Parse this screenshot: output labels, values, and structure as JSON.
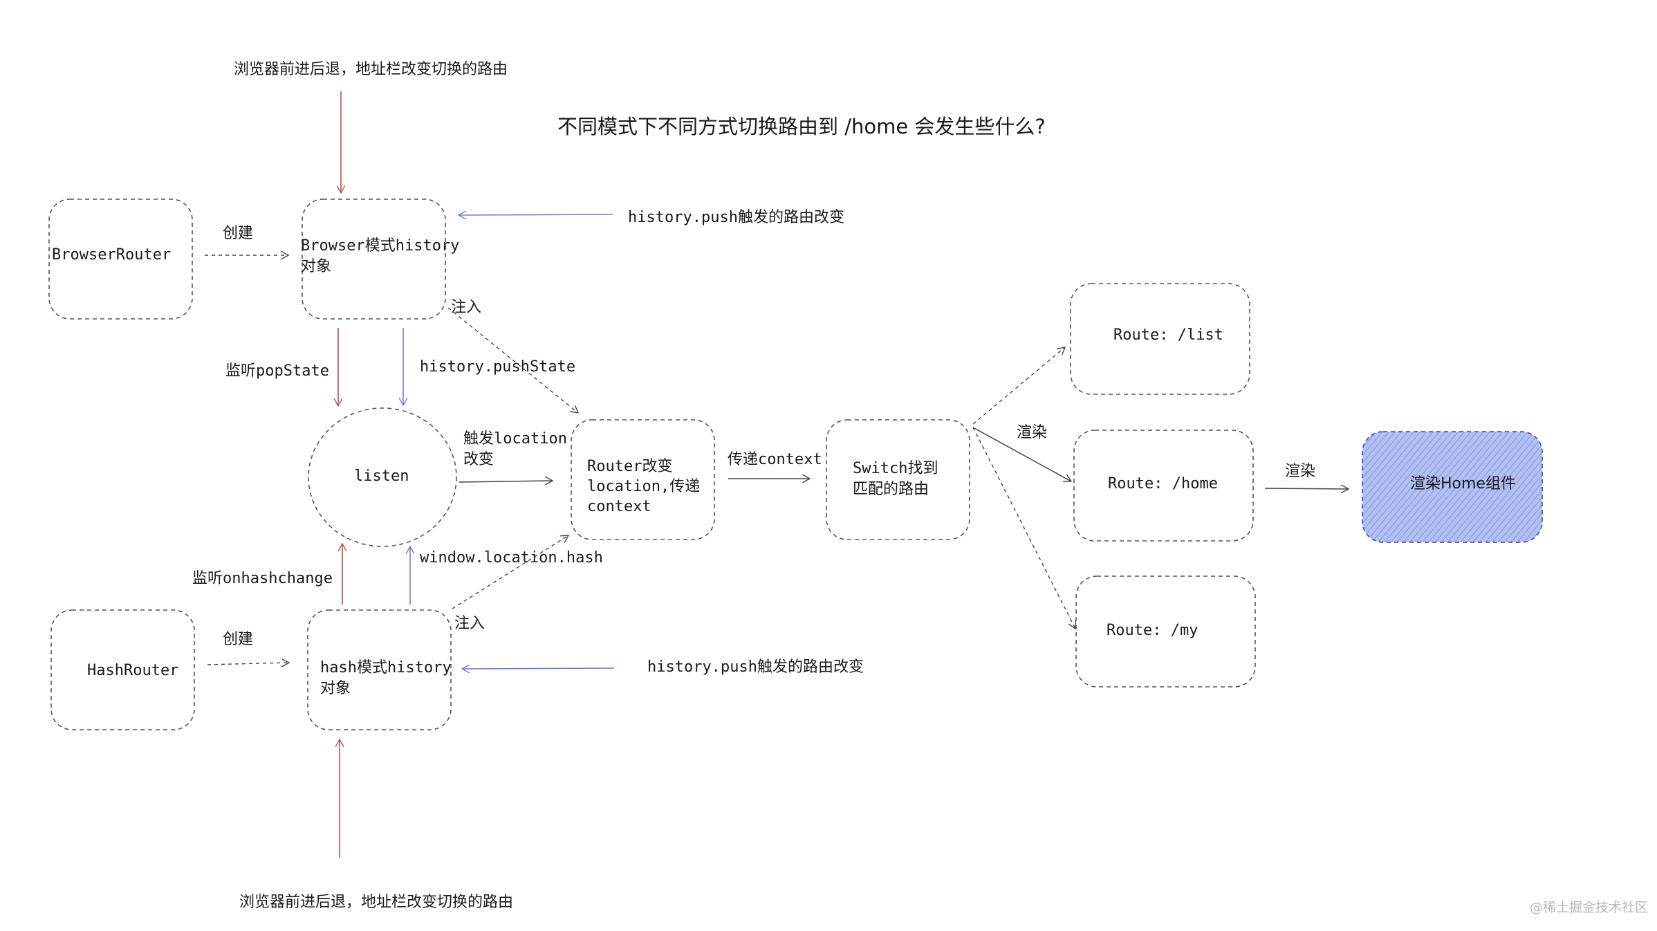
{
  "title": "不同模式下不同方式切换路由到 /home 会发生些什么?",
  "watermark": "@稀土掘金技术社区",
  "nodes": {
    "browser_router": "BrowserRouter",
    "browser_history_l1": "Browser模式history",
    "browser_history_l2": "对象",
    "listen": "listen",
    "hash_router": "HashRouter",
    "hash_history_l1": "hash模式history",
    "hash_history_l2": "对象",
    "router_l1": "Router改变",
    "router_l2": "location,传递",
    "router_l3": "context",
    "switch_l1": "Switch找到",
    "switch_l2": "匹配的路由",
    "route_list": "Route: /list",
    "route_home": "Route: /home",
    "route_my": "Route: /my",
    "home_component": "渲染Home组件"
  },
  "edges": {
    "nav_top": "浏览器前进后退，地址栏改变切换的路由",
    "nav_bottom": "浏览器前进后退，地址栏改变切换的路由",
    "create_top": "创建",
    "create_bottom": "创建",
    "push_top": "history.push触发的路由改变",
    "push_bottom": "history.push触发的路由改变",
    "inject_top": "注入",
    "inject_bottom": "注入",
    "popstate": "监听popState",
    "pushstate": "history.pushState",
    "hashchange": "监听onhashchange",
    "location_hash": "window.location.hash",
    "trigger_l1": "触发location",
    "trigger_l2": "改变",
    "pass_context": "传递context",
    "render_1": "渲染",
    "render_2": "渲染"
  },
  "colors": {
    "red_edge": "#c0504d",
    "blue_edge": "#6b7fd1",
    "node_border": "#555555",
    "home_fill": "#a9b7ef",
    "home_border": "#4a5bb8"
  }
}
